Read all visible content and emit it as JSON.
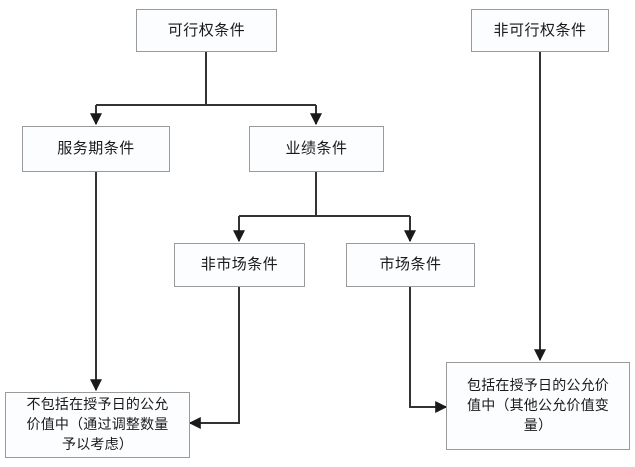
{
  "diagram": {
    "type": "flowchart",
    "orientation": "top-down",
    "line_color": "#333333",
    "box_border_color": "#9a9a9a",
    "box_fill_color": "#fbfdff",
    "text_color": "#1a1a1a",
    "nodes": [
      {
        "id": "vesting-conditions",
        "label": "可行权条件"
      },
      {
        "id": "non-vesting-conditions",
        "label": "非可行权条件"
      },
      {
        "id": "service-period-condition",
        "label": "服务期条件"
      },
      {
        "id": "performance-condition",
        "label": "业绩条件"
      },
      {
        "id": "non-market-condition",
        "label": "非市场条件"
      },
      {
        "id": "market-condition",
        "label": "市场条件"
      },
      {
        "id": "excluded-from-grant-date-fair-value",
        "label": "不包括在授予日的公允\n价值中（通过调整数量\n予以考虑）"
      },
      {
        "id": "included-in-grant-date-fair-value",
        "label": "包括在授予日的公允价\n值中（其他公允价值变\n量）"
      }
    ],
    "edges": [
      {
        "from": "vesting-conditions",
        "to": "service-period-condition"
      },
      {
        "from": "vesting-conditions",
        "to": "performance-condition"
      },
      {
        "from": "performance-condition",
        "to": "non-market-condition"
      },
      {
        "from": "performance-condition",
        "to": "market-condition"
      },
      {
        "from": "service-period-condition",
        "to": "excluded-from-grant-date-fair-value"
      },
      {
        "from": "non-market-condition",
        "to": "excluded-from-grant-date-fair-value"
      },
      {
        "from": "market-condition",
        "to": "included-in-grant-date-fair-value"
      },
      {
        "from": "non-vesting-conditions",
        "to": "included-in-grant-date-fair-value"
      }
    ]
  }
}
